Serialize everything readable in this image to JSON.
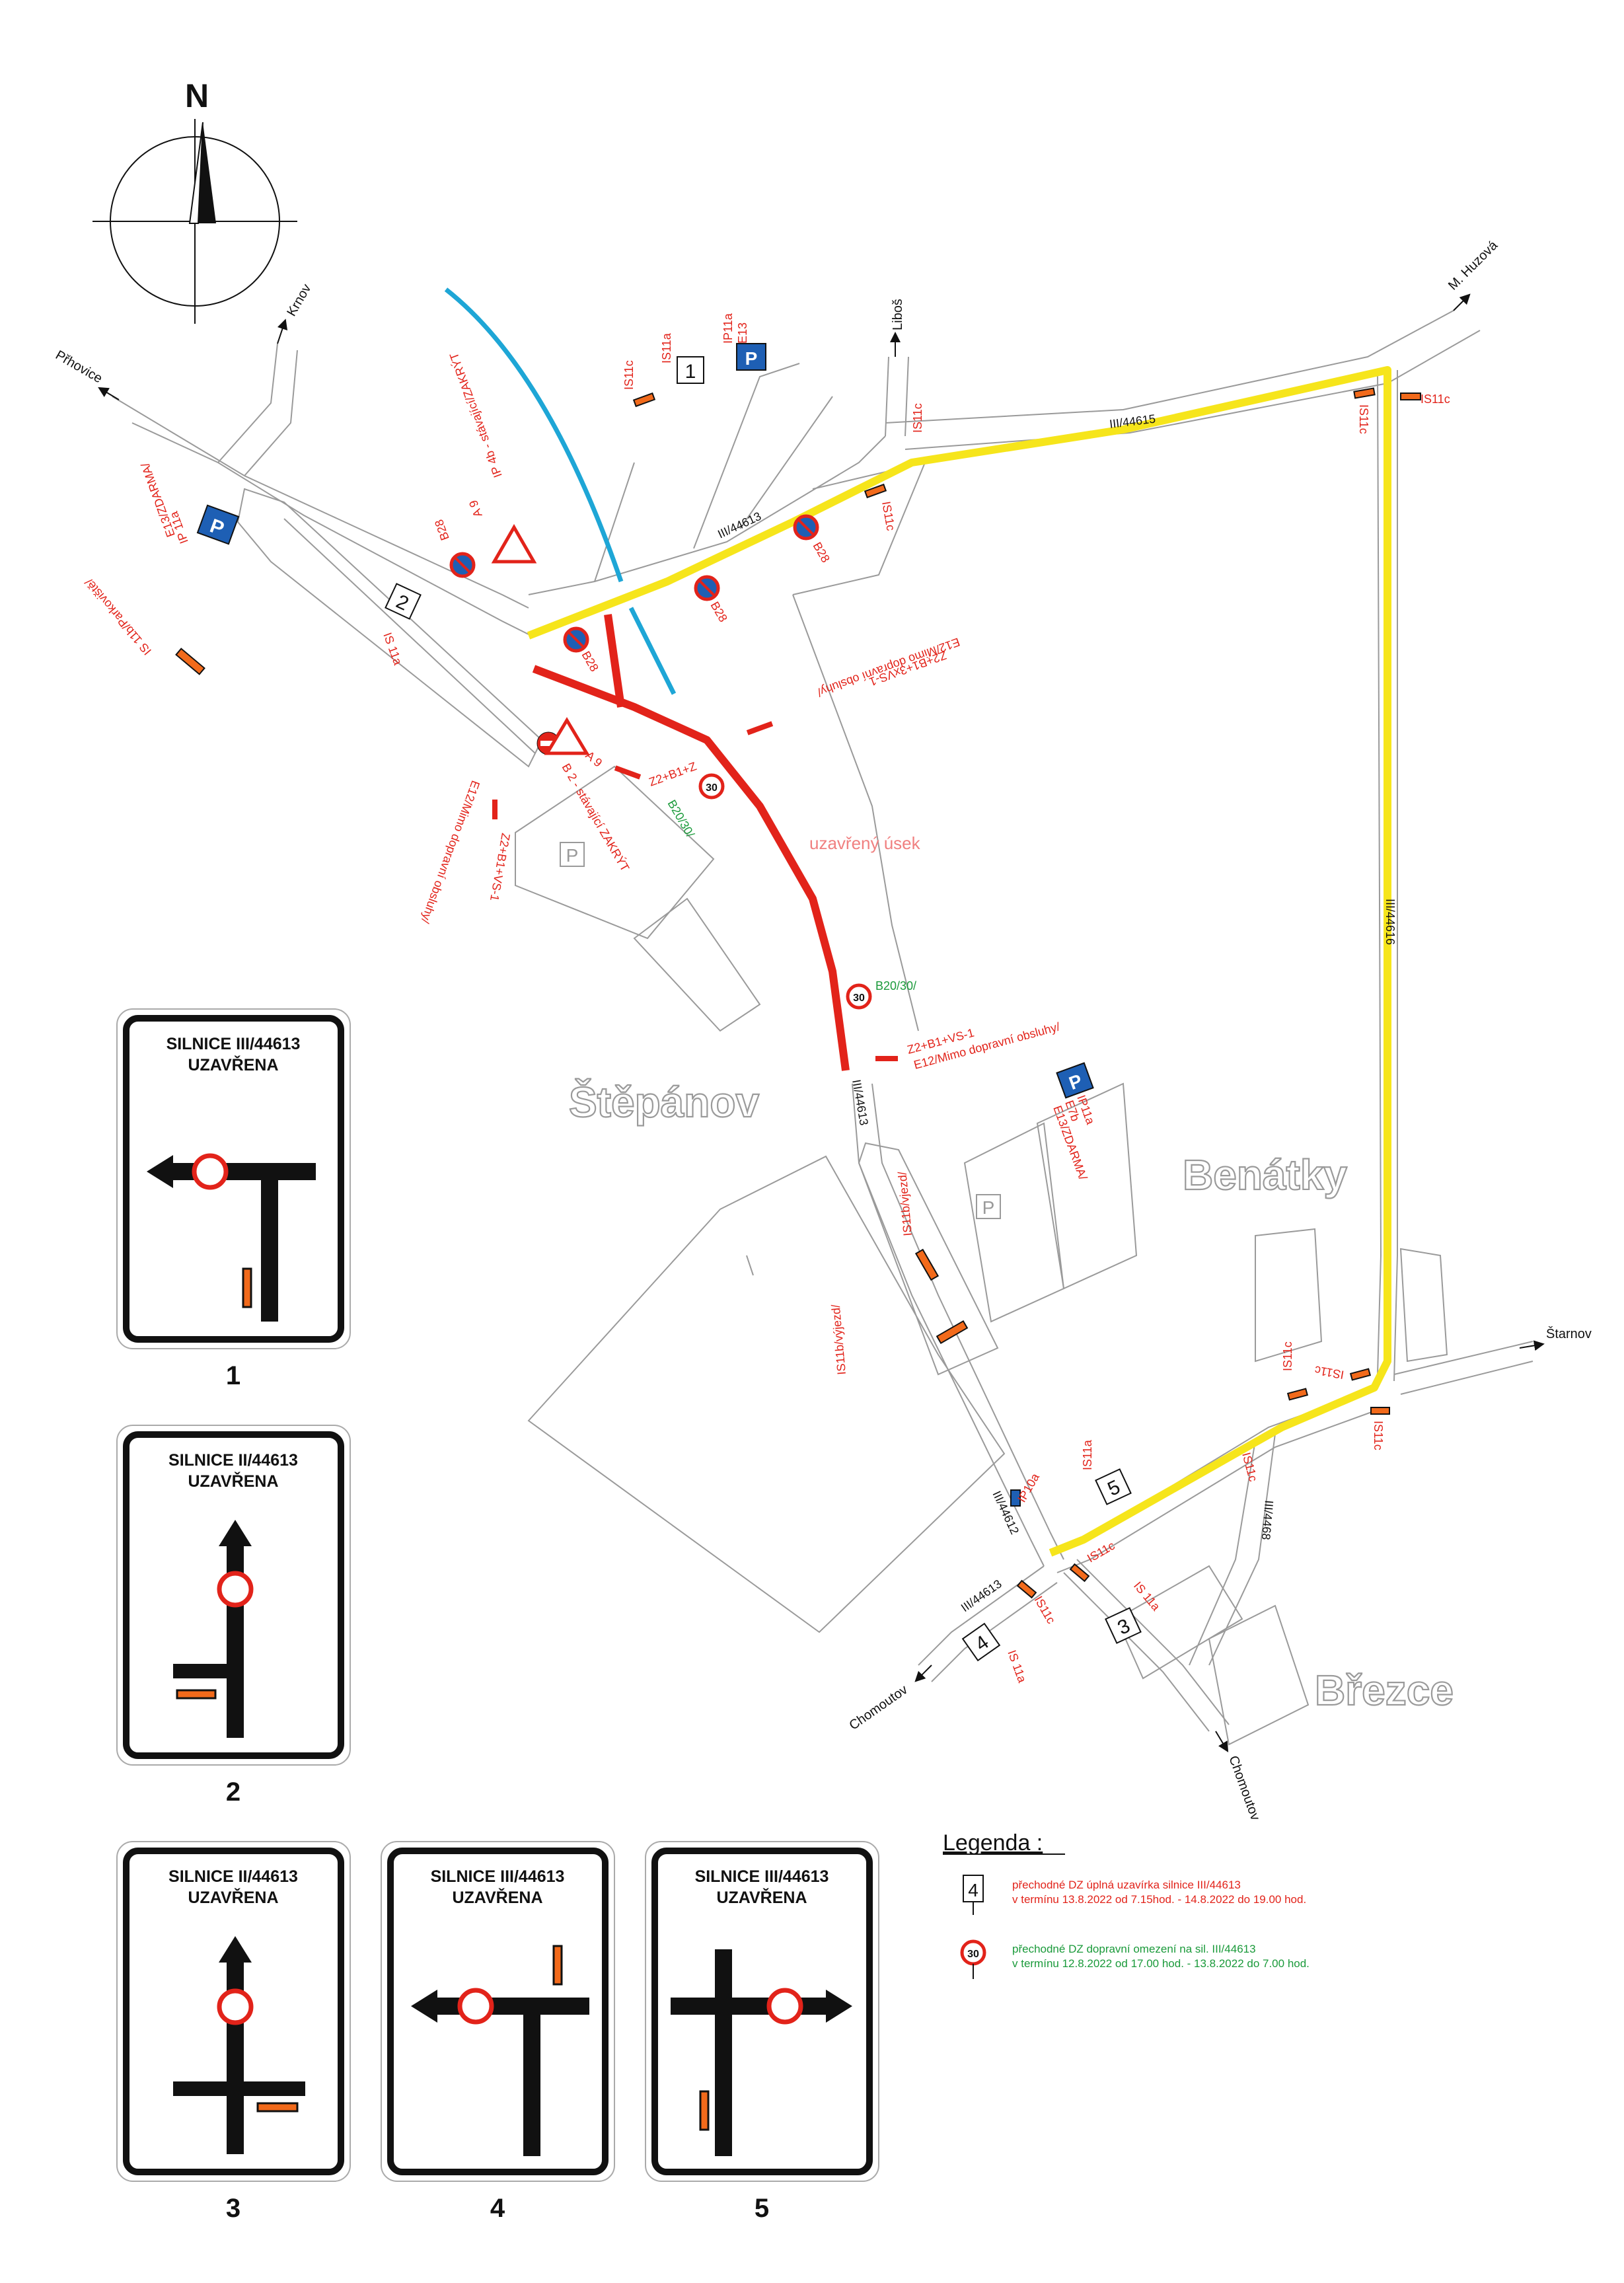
{
  "compass": {
    "north_label": "N"
  },
  "places": {
    "stepanov": "Štěpánov",
    "benatky": "Benátky",
    "brezce": "Březce"
  },
  "directions": {
    "prhovice": "Přhovice",
    "krnov": "Krnov",
    "libos": "Liboš",
    "m_huzova": "M. Huzová",
    "starnov": "Štarnov",
    "chomoutov_sw": "Chomoutov",
    "chomoutov_s": "Chomoutov"
  },
  "road_numbers": {
    "r44615": "III/44615",
    "r44613_n": "III/44613",
    "r44616": "III/44616",
    "r44613_mid": "III/44613",
    "r44612": "III/44612",
    "r44613_s": "III/44613",
    "r4468": "III/4468"
  },
  "closed_section_label": "uzavřený úsek",
  "parking_letter": "P",
  "sign_labels": {
    "is11c_top": "IS11c",
    "is11a_top": "IS11a",
    "ip11a_top": "IP11a",
    "e13_top": "E13",
    "is11c_libos": "IS11c",
    "is11c_ne1": "IS11c",
    "is11c_ne2": "IS11c",
    "is11c_b28": "IS11c",
    "b28_a": "B28",
    "b28_b": "B28",
    "b28_c": "B28",
    "b28_d": "B28",
    "a9_top": "A 9",
    "ip4b_top": "IP 4b - stávající/ZAKRÝT",
    "ip11a_left": "IP 11a",
    "e13_left": "E13/ZDARMA/",
    "is11b_park": "IS 11b/Parkoviště/",
    "is11a_left": "IS 11a",
    "z2_ne": "Z2+B1+3xVS-1",
    "e12_ne": "E12/Mimo dopravní obsluhy/",
    "a9_mid": "A 9",
    "b2_mid": "B 2 - stávající ZAKRÝT",
    "z2_mid": "Z2+B1+Z",
    "b20_a": "B20/30/",
    "z2_sw": "Z2+B1+VS-1",
    "e12_sw": "E12/Mimo dopravní obsluhy/",
    "b20_b": "B20/30/",
    "z2_c": "Z2+B1+VS-1",
    "e12_c": "E12/Mimo dopravní obsluhy/",
    "ip11a_ben": "IP11a",
    "e7b_ben": "E7b",
    "e13_ben": "E13/ZDARMA/",
    "is11b_vjezd": "IS11b/vjezd/",
    "is11b_vyjezd": "IS11b/výjezd/",
    "is11c_e1": "IS11c",
    "is11c_e2": "IS11c",
    "is11c_e3": "IS11c",
    "is11a_e": "IS11a",
    "is11c_e4": "IS11c",
    "ip10a": "IP10a",
    "is11c_s1": "IS11c",
    "is11a_s1": "IS 11a",
    "is11c_s2": "IS11c",
    "is11a_s2": "IS 11a"
  },
  "map_sign_numbers": {
    "n1": "1",
    "n2": "2",
    "n3": "3",
    "n4": "4",
    "n5": "5"
  },
  "speed_value": "30",
  "panels": [
    {
      "number": "1",
      "title_line1": "SILNICE III/44613",
      "title_line2": "UZAVŘENA"
    },
    {
      "number": "2",
      "title_line1": "SILNICE II/44613",
      "title_line2": "UZAVŘENA"
    },
    {
      "number": "3",
      "title_line1": "SILNICE II/44613",
      "title_line2": "UZAVŘENA"
    },
    {
      "number": "4",
      "title_line1": "SILNICE III/44613",
      "title_line2": "UZAVŘENA"
    },
    {
      "number": "5",
      "title_line1": "SILNICE III/44613",
      "title_line2": "UZAVŘENA"
    }
  ],
  "legend": {
    "heading": "Legenda :",
    "item1_symbol": "4",
    "item1_line1": "přechodné DZ úplná uzavírka silnice III/44613",
    "item1_line2": "v termínu 13.8.2022 od 7.15hod. - 14.8.2022 do 19.00 hod.",
    "item2_symbol": "30",
    "item2_line1": "přechodné DZ dopravní omezení na sil. III/44613",
    "item2_line2": "v termínu 12.8.2022 od 17.00 hod. - 13.8.2022 do 7.00 hod."
  },
  "colors": {
    "closed_road": "#e2231a",
    "detour_road": "#f6e51b",
    "stream": "#1ea6d6",
    "sign_red": "#e2231a",
    "sign_blue": "#1e5fb4",
    "sign_orange": "#f26a1b",
    "temporary_green": "#1a9a3a"
  }
}
